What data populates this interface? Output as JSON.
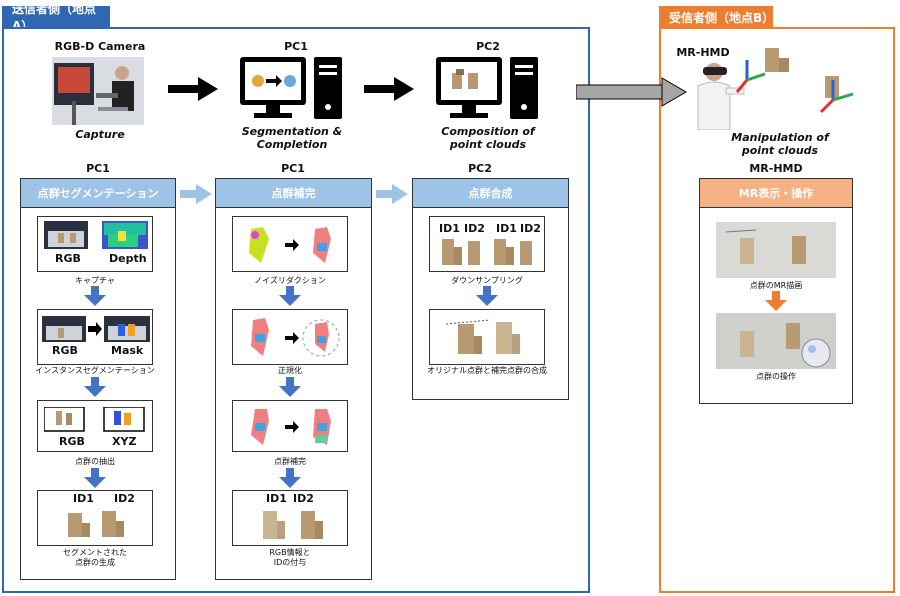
{
  "site_a": {
    "label": "送信者側（地点A）",
    "color": "#2f67b3"
  },
  "site_b": {
    "label": "受信者側（地点B）",
    "color": "#ed7d31"
  },
  "top": {
    "camera_title": "RGB-D Camera",
    "camera_caption": "Capture",
    "pc1_title": "PC1",
    "pc1_caption": "Segmentation &\nCompletion",
    "pc2_title": "PC2",
    "pc2_caption": "Composition of\npoint clouds",
    "hmd_title": "MR-HMD",
    "hmd_caption": "Manipulation of\npoint clouds"
  },
  "col_seg": {
    "title": "PC1",
    "header": "点群セグメンテーション",
    "s1": {
      "a": "RGB",
      "b": "Depth",
      "caption": "キャプチャ"
    },
    "s2": {
      "a": "RGB",
      "b": "Mask",
      "caption": "インスタンスセグメンテーション"
    },
    "s3": {
      "a": "RGB",
      "b": "XYZ",
      "caption": "点群の抽出"
    },
    "s4": {
      "a": "ID1",
      "b": "ID2",
      "caption": "セグメントされた\n点群の生成"
    }
  },
  "col_comp": {
    "title": "PC1",
    "header": "点群補完",
    "s1": {
      "caption": "ノイズリダクション"
    },
    "s2": {
      "caption": "正規化"
    },
    "s3": {
      "caption": "点群補完"
    },
    "s4": {
      "a": "ID1",
      "b": "ID2",
      "caption": "RGB情報と\nIDの付与"
    }
  },
  "col_merge": {
    "title": "PC2",
    "header": "点群合成",
    "s1": {
      "a": "ID1",
      "b": "ID2",
      "c": "ID1",
      "d": "ID2",
      "caption": "ダウンサンプリング"
    },
    "s2": {
      "caption": "オリジナル点群と補完点群の合成"
    }
  },
  "col_mr": {
    "title": "MR-HMD",
    "header": "MR表示・操作",
    "s1": {
      "caption": "点群のMR描画"
    },
    "s2": {
      "caption": "点群の操作"
    }
  }
}
